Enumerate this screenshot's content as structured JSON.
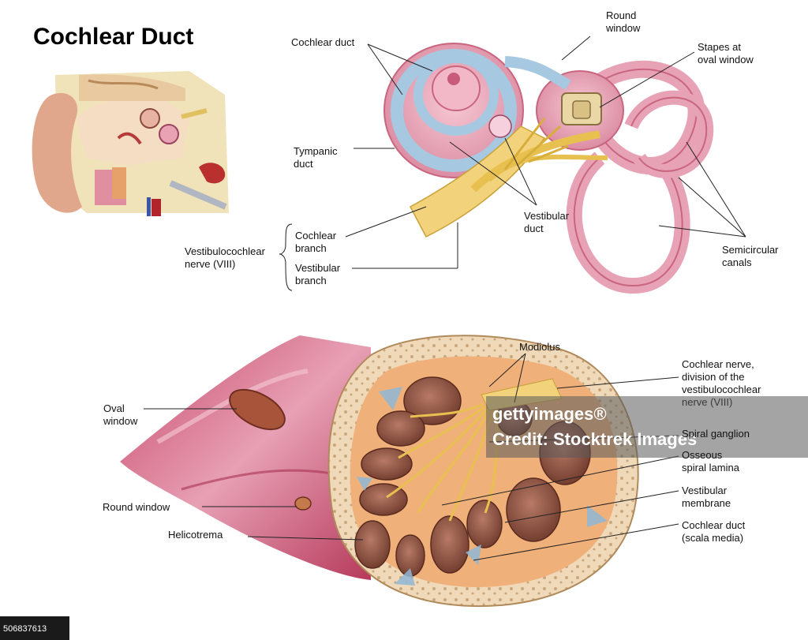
{
  "title": "Cochlear Duct",
  "labels": {
    "cochlear_duct_top": "Cochlear duct",
    "round_window_top": "Round\nwindow",
    "stapes": "Stapes at\noval window",
    "tympanic_duct": "Tympanic\nduct",
    "vestibular_duct": "Vestibular\nduct",
    "cochlear_branch": "Cochlear\nbranch",
    "vestibular_branch": "Vestibular\nbranch",
    "vestibulocochlear_nerve": "Vestibulocochlear\nnerve (VIII)",
    "semicircular_canals": "Semicircular\ncanals",
    "modiolus": "Modiolus",
    "oval_window": "Oval\nwindow",
    "cochlear_nerve": "Cochlear nerve,\ndivision of the\nvestibulocochlear\nnerve (VIII)",
    "spiral_ganglion": "Spiral ganglion",
    "osseous_lamina": "Osseous\nspiral lamina",
    "vestibular_membrane": "Vestibular\nmembrane",
    "round_window_bottom": "Round window",
    "helicotrema": "Helicotrema",
    "cochlear_duct_bottom": "Cochlear duct\n(scala media)"
  },
  "watermark": {
    "line1": "gettyimages®",
    "line2": "Credit: Stocktrek Images"
  },
  "stock_id": "506837613",
  "colors": {
    "tissue_pink": "#e8a0b4",
    "duct_blue": "#9fc4dd",
    "bone": "#e8c9a0",
    "nerve_yellow": "#f2d27a",
    "chamber_brown": "#8a4b3c"
  }
}
